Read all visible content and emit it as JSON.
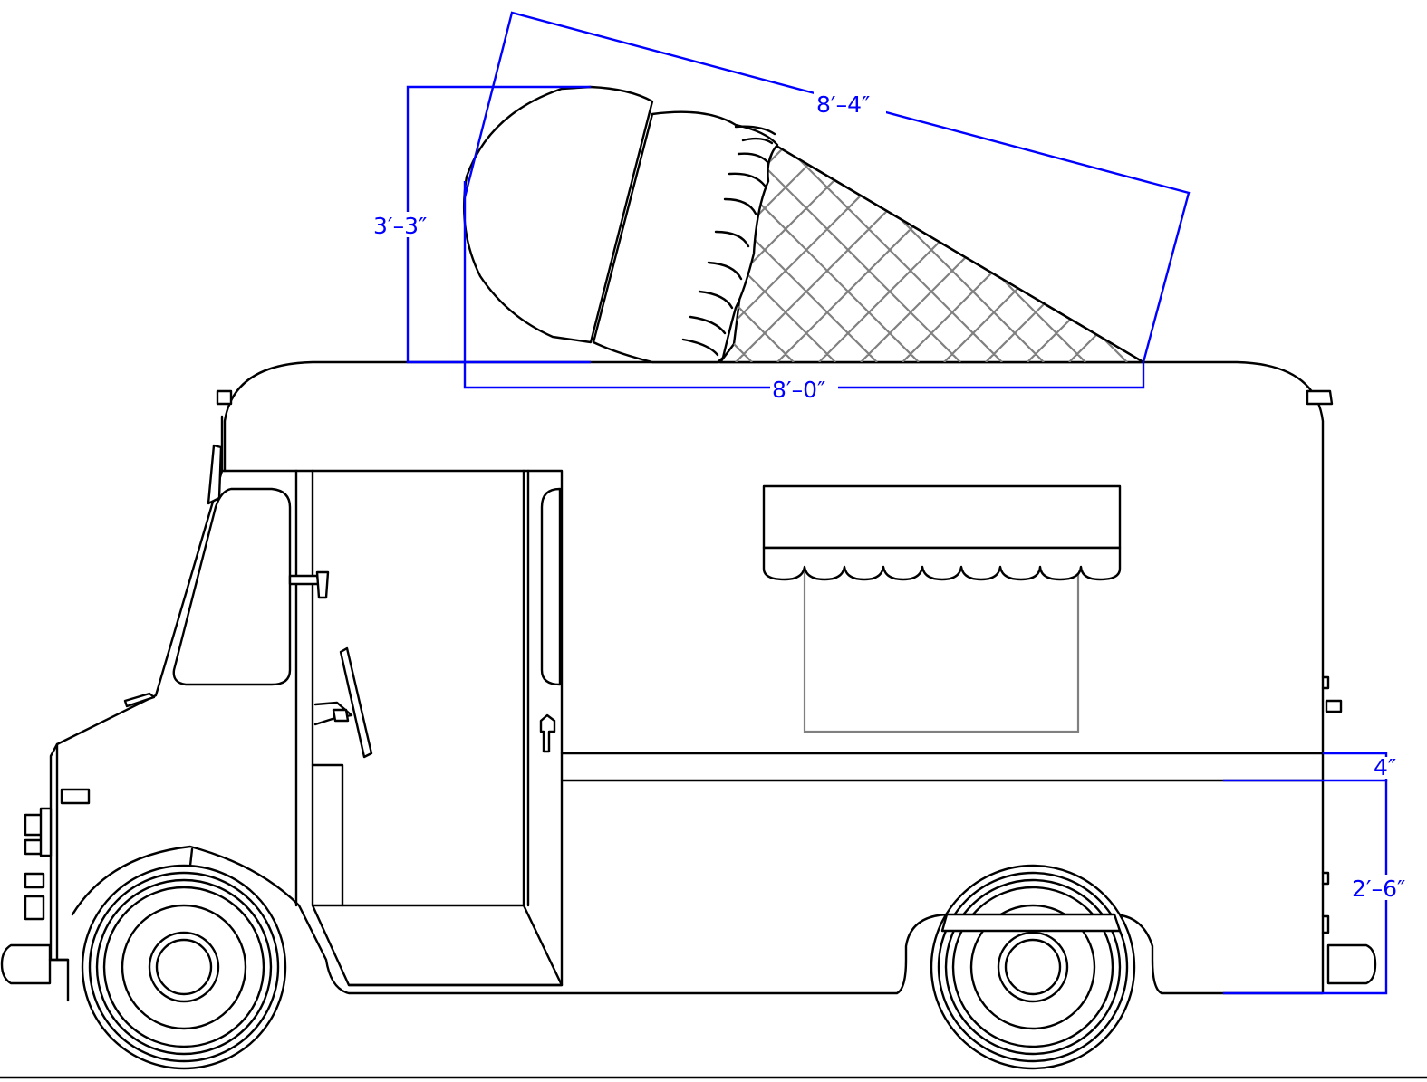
{
  "colors": {
    "line": "#000000",
    "dimension": "#0000ff",
    "hatch": "#808080",
    "background": "#ffffff"
  },
  "dimensions": {
    "cone_length": "8′–4″",
    "cone_height": "3′–3″",
    "cone_base": "8′–0″",
    "stripe_height": "4″",
    "lower_panel_height": "2′–6″"
  }
}
